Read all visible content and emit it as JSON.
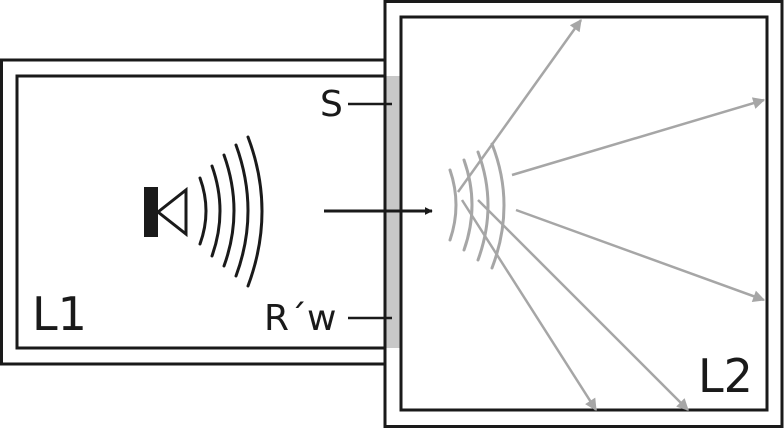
{
  "labels": {
    "source_room": "L1",
    "receiving_room": "L2",
    "wall_area": "S",
    "sound_reduction_index": "R´w"
  },
  "icons": {
    "loudspeaker": "loudspeaker-icon",
    "transmission_arrow": "arrow-right-icon"
  },
  "colors": {
    "outline": "#1a1a1a",
    "wall_fill": "#c8c8c8",
    "radiated_sound": "#a6a6a6"
  }
}
